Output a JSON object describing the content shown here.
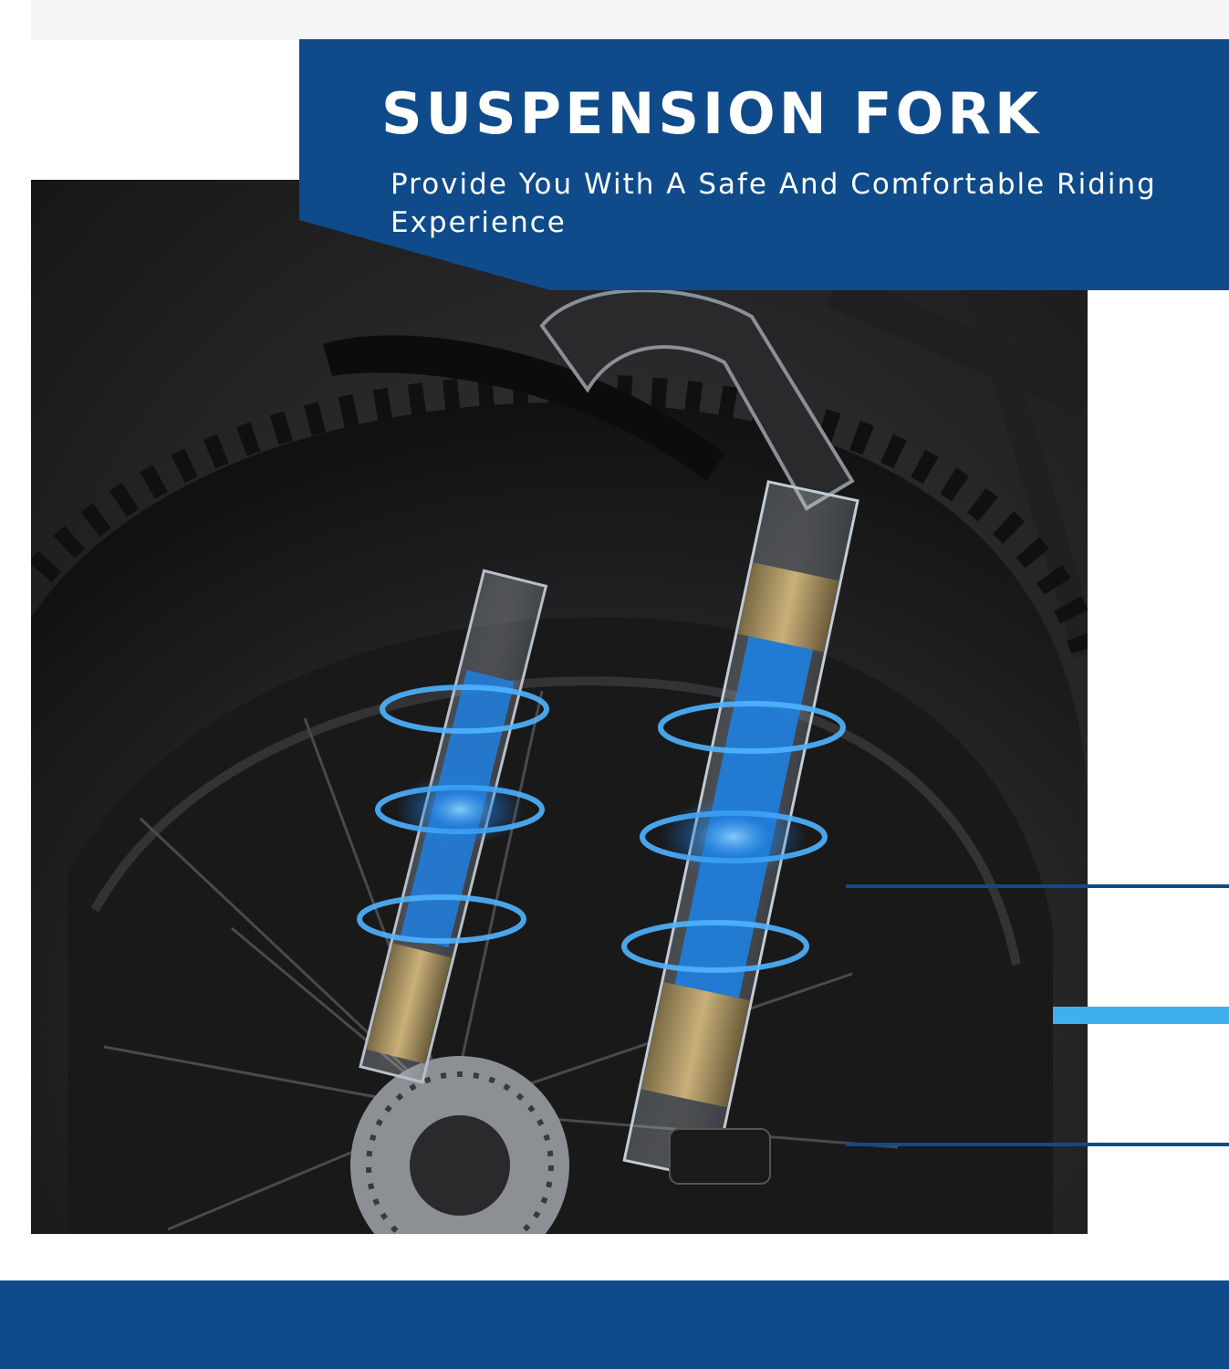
{
  "header": {
    "title": "SUSPENSION FORK",
    "subtitle": "Provide You With A Safe And Comfortable Riding Experience"
  },
  "colors": {
    "brand_blue": "#0f4b8a",
    "accent_light_blue": "#3fb0ec",
    "spring_blue": "#1e7fe0",
    "background": "#ffffff"
  },
  "illustration": {
    "subject": "e-bike front wheel with fat tire and transparent suspension fork showing blue coil springs"
  }
}
